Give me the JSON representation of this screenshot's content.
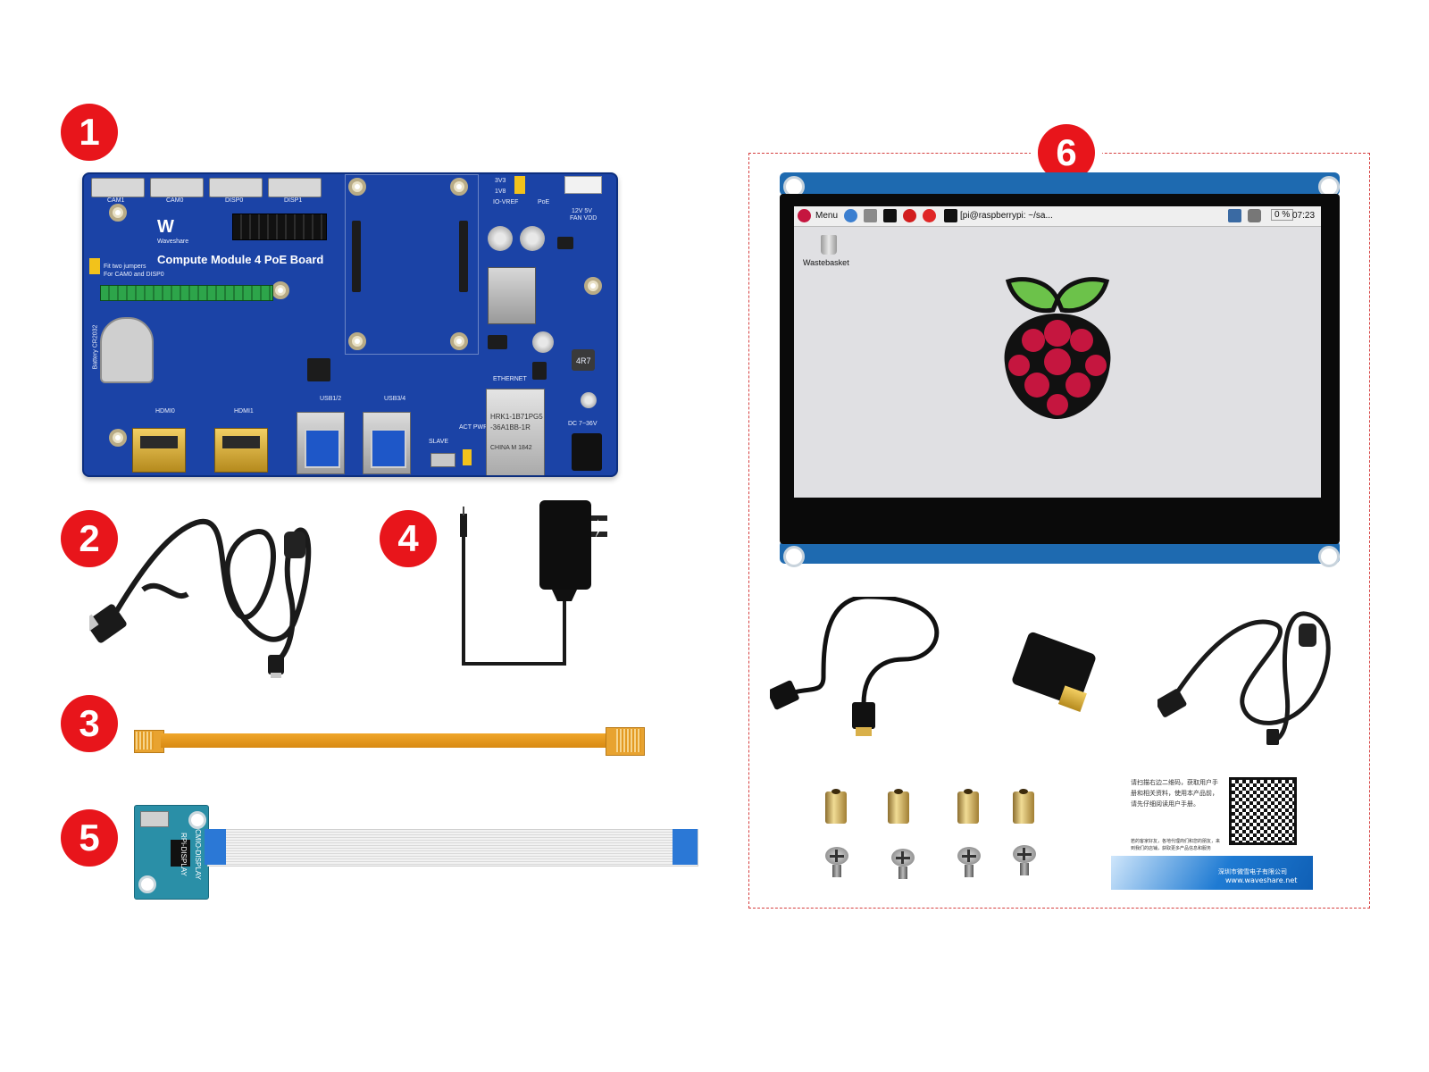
{
  "badges": {
    "b1": "1",
    "b2": "2",
    "b3": "3",
    "b4": "4",
    "b5": "5",
    "b6": "6"
  },
  "board": {
    "title": "Compute Module 4 PoE Board",
    "brand": "Waveshare",
    "cam1": "CAM1",
    "cam0": "CAM0",
    "disp0": "DISP0",
    "disp1": "DISP1",
    "io_vref": "IO-VREF",
    "poe": "PoE",
    "fan_vdd": "FAN VDD",
    "fan_vdd_opts": "12V  5V",
    "hdmi0": "HDMI0",
    "hdmi1": "HDMI1",
    "usb12": "USB1/2",
    "usb34": "USB3/4",
    "ethernet": "ETHERNET",
    "slave": "SLAVE",
    "act_pwr": "ACT PWR",
    "dc": "DC 7~36V",
    "battery": "Battery CR2032",
    "jumper_note1": "Fit two jumpers",
    "jumper_note2": "For CAM0 and DISP0",
    "rj45_line1": "HRK1-1B71PG5",
    "rj45_line2": "-36A1BB-1R",
    "rj45_line3": "CHINA  M 1842",
    "inductor": "4R7",
    "v33": "3V3",
    "v18": "1V8"
  },
  "adapter": {
    "label1": "RPi-DISPLAY",
    "label2": "CMIO-DISPLAY"
  },
  "screen": {
    "menu_label": "Menu",
    "terminal_label": "[pi@raspberrypi: ~/sa...",
    "volume_label": "0 %",
    "clock": "07:23",
    "wastebasket": "Wastebasket"
  },
  "card": {
    "text1": "请扫描右边二维码，获取用户手册和相关资料，使用本产品前，请先仔细阅读用户手册。",
    "text2": "若的客家好友，各地代理商们和您的朋友，来到我们的店铺，获取更多产品信息和服务",
    "footer_cn": "深圳市微雪电子有限公司",
    "footer_url": "www.waveshare.net"
  },
  "colors": {
    "badge_red": "#e8151b",
    "board_blue": "#1b43a6",
    "frame_dash": "#d64040",
    "screen_bg": "#e0e0e3"
  }
}
